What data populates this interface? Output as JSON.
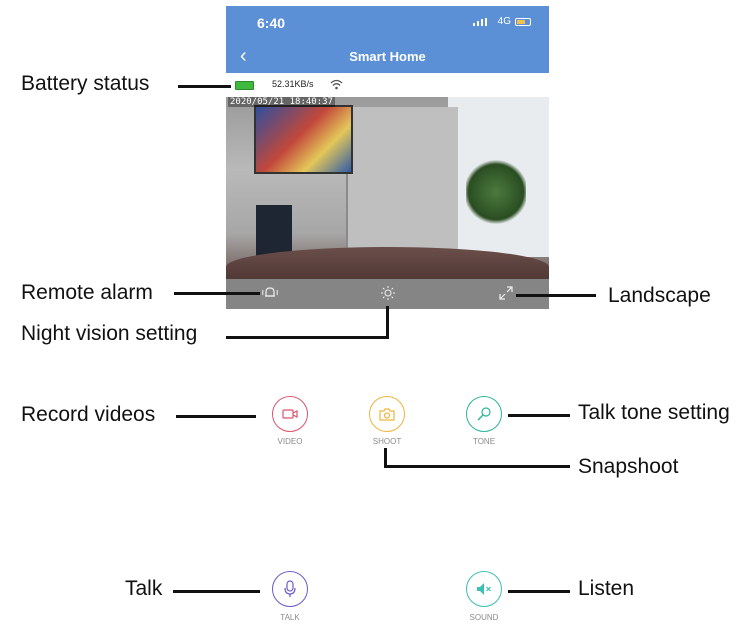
{
  "status": {
    "time": "6:40",
    "network": "4G"
  },
  "nav": {
    "title": "Smart Home",
    "back_icon": "chevron-left-icon"
  },
  "info": {
    "speed": "52.31KB/s"
  },
  "video": {
    "timestamp": "2020/05/21 18:40:37"
  },
  "controls": {
    "alarm_icon": "alarm-bell-icon",
    "night_icon": "night-vision-icon",
    "landscape_icon": "expand-icon"
  },
  "buttons": {
    "video": {
      "label": "VIDEO",
      "color": "#d9546f"
    },
    "shoot": {
      "label": "SHOOT",
      "color": "#f0b43c"
    },
    "tone": {
      "label": "TONE",
      "color": "#2bb59a"
    },
    "talk": {
      "label": "TALK",
      "color": "#6a5ac8"
    },
    "sound": {
      "label": "SOUND",
      "color": "#3cc0b4"
    }
  },
  "annotations": {
    "battery": "Battery status",
    "alarm": "Remote alarm",
    "night": "Night vision setting",
    "landscape": "Landscape",
    "record": "Record videos",
    "tone": "Talk tone setting",
    "snapshot": "Snapshoot",
    "talk": "Talk",
    "listen": "Listen"
  }
}
